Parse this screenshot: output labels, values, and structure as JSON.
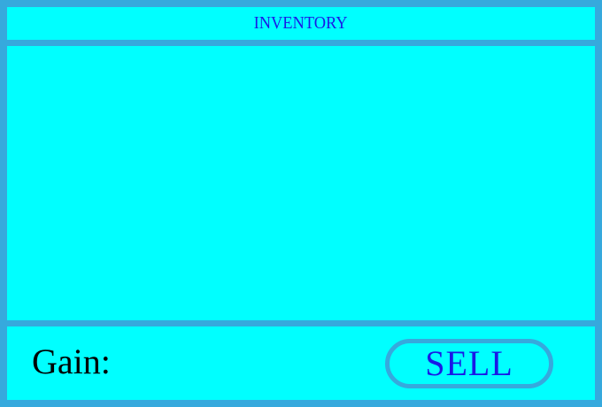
{
  "header": {
    "title": "INVENTORY"
  },
  "footer": {
    "gain_label": "Gain:",
    "sell_label": "SELL"
  },
  "colors": {
    "frame": "#36a9dd",
    "panel": "#00ffff",
    "accent_text": "#1a1ae6",
    "body_text": "#000000"
  }
}
